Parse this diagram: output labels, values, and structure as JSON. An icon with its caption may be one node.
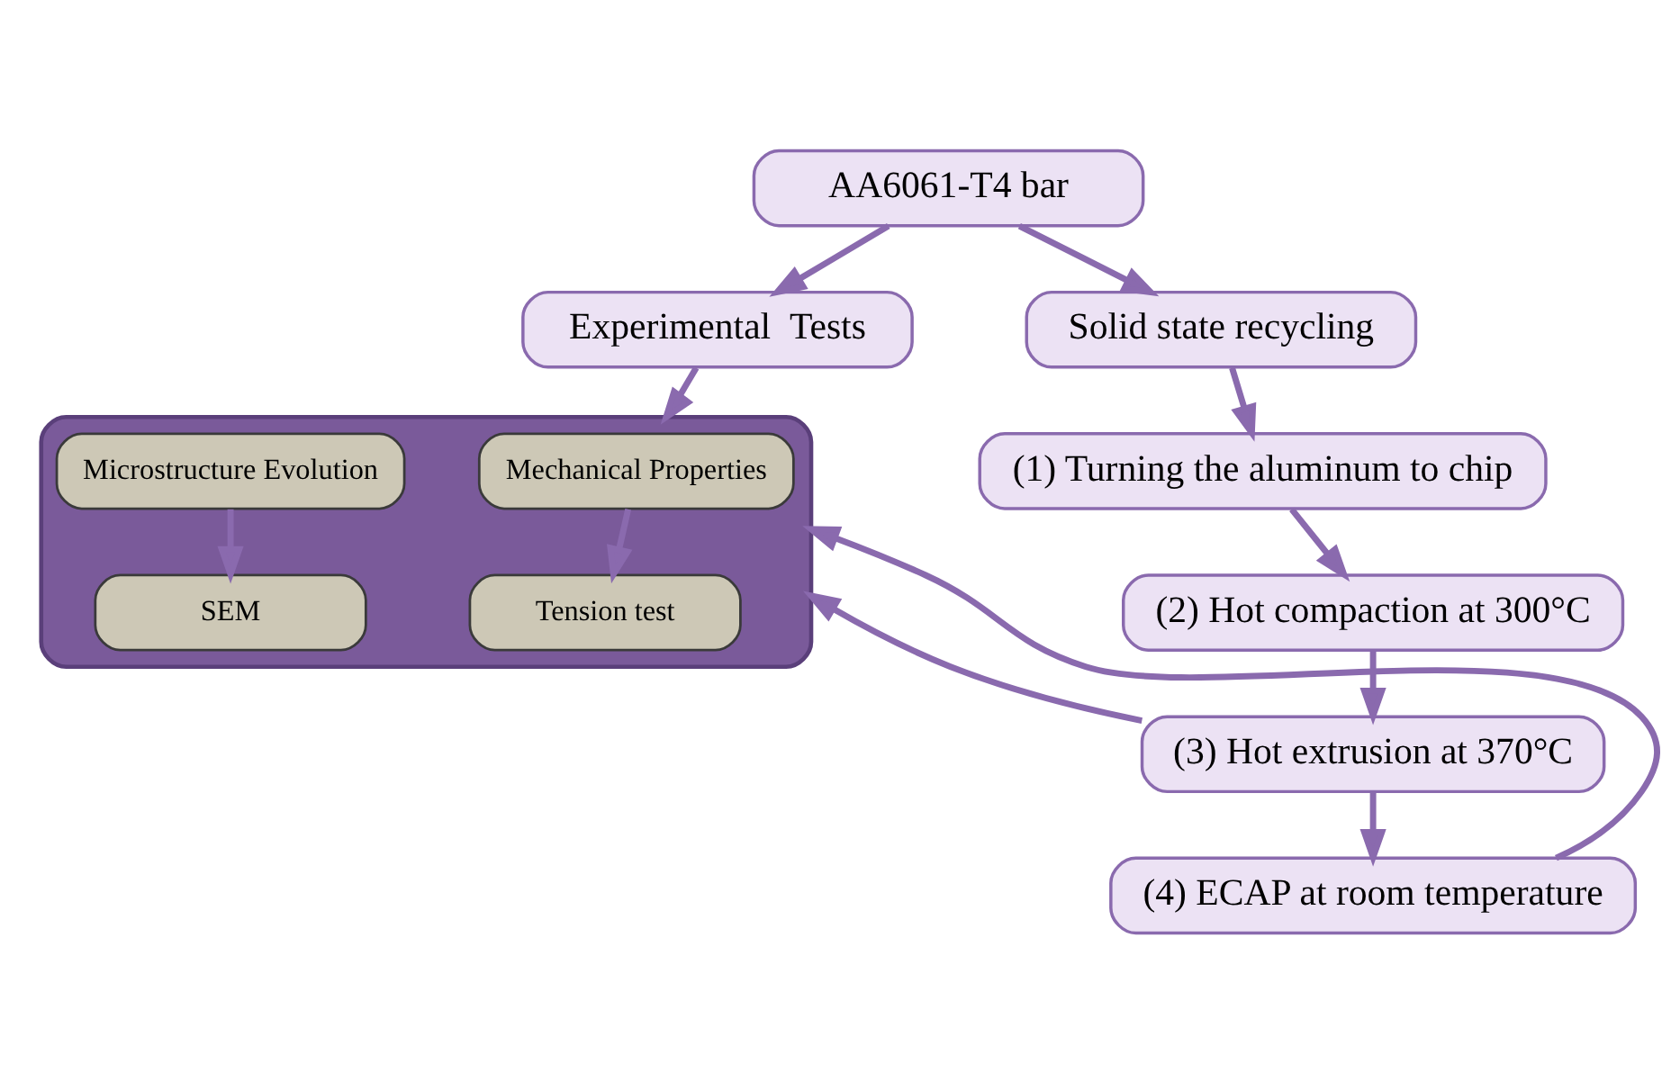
{
  "diagram": {
    "nodes": [
      {
        "text": [
          "AA6061-T4 bar"
        ]
      },
      {
        "text": [
          "Experimental  Tests"
        ]
      },
      {
        "text": [
          "Solid state recycling"
        ]
      },
      {
        "text": [],
        "shape": "box"
      },
      {
        "text": [
          "Mechanical Properties"
        ],
        "in": 3
      },
      {
        "text": [
          "Microstructure Evolution"
        ],
        "in": 3
      },
      {
        "text": [
          "Tension test"
        ],
        "in": 3
      },
      {
        "text": [
          "SEM"
        ],
        "in": 3
      },
      {
        "text": [
          "(1) Turning the aluminum to chip"
        ]
      },
      {
        "text": [
          "(2) Hot compaction at 300°C"
        ]
      },
      {
        "text": [
          "(3) Hot extrusion at 370°C"
        ]
      },
      {
        "text": [
          "(4) ECAP at room temperature"
        ]
      }
    ],
    "edges": [
      {
        "from": 0,
        "to": 1,
        "arrow": "to"
      },
      {
        "from": 0,
        "to": 2,
        "arrow": "to"
      },
      {
        "from": 1,
        "to": 3,
        "arrow": "to"
      },
      {
        "from": 4,
        "to": 6,
        "arrow": "to"
      },
      {
        "from": 5,
        "to": 7,
        "arrow": "to"
      },
      {
        "from": 2,
        "to": 8,
        "arrow": "to"
      },
      {
        "from": 8,
        "to": 9,
        "arrow": "to"
      },
      {
        "from": 9,
        "to": 10,
        "arrow": "to"
      },
      {
        "from": 10,
        "to": 11,
        "arrow": "to"
      },
      {
        "from": 10,
        "to": 3,
        "arrow": "to"
      },
      {
        "from": 11,
        "to": 3,
        "arrow": "to"
      }
    ]
  }
}
